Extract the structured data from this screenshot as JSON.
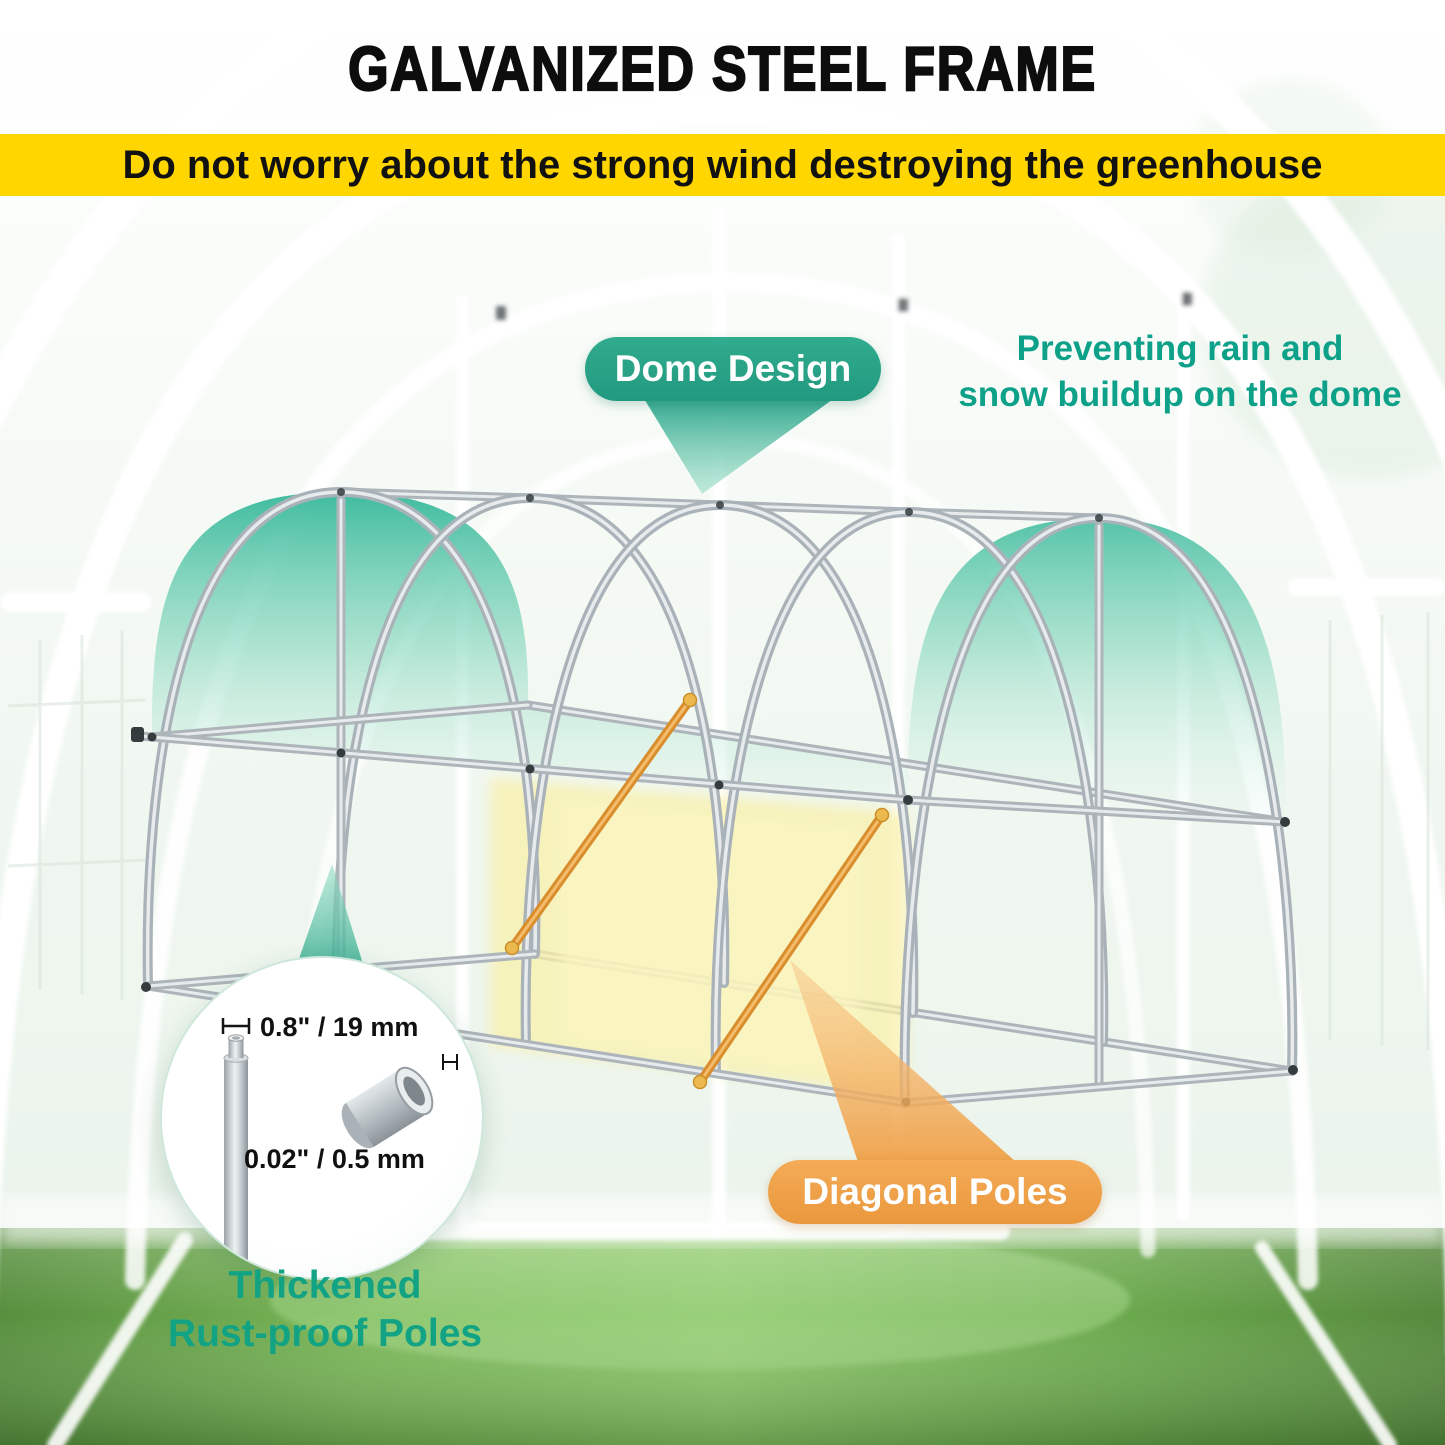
{
  "header": {
    "title": "GALVANIZED STEEL FRAME",
    "banner": "Do not worry about the strong wind destroying the greenhouse"
  },
  "callouts": {
    "dome": {
      "badge_label": "Dome Design",
      "note_line1": "Preventing rain and",
      "note_line2": "snow buildup on the dome"
    },
    "pole_detail": {
      "diameter_label": "0.8\" / 19 mm",
      "thickness_label": "0.02\" / 0.5 mm",
      "caption_line1": "Thickened",
      "caption_line2": "Rust-proof Poles"
    },
    "diagonal": {
      "badge_label": "Diagonal Poles"
    }
  },
  "colors": {
    "accent_teal": "#12a385",
    "banner_yellow": "#ffd600",
    "badge_green": "#27a487",
    "badge_orange": "#ef9f45",
    "canopy_green": "#2ab695",
    "frame_silver": "#b9c1c7",
    "diagonal_pole_orange": "#d98e2e",
    "grass_green": "#7ab559",
    "title_black": "#0d0d0d"
  },
  "icons": {
    "dome_pointer": "gradient-triangle-pointer",
    "pole_pointer": "gradient-triangle-pointer",
    "diagonal_pointer": "gradient-triangle-pointer",
    "pole_side": "steel-pole-side-view",
    "pole_cross_section": "steel-tube-cross-section"
  }
}
